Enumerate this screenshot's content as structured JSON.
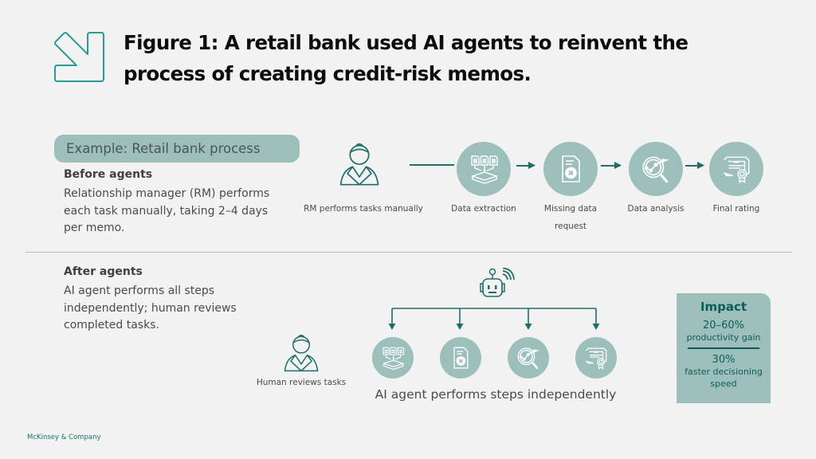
{
  "colors": {
    "background": "#f2f2f2",
    "accent_fill": "#9dbfbb",
    "accent_dark": "#0f5c58",
    "icon_line": "#2a7d78",
    "divider": "#b8b8b8"
  },
  "header": {
    "icon": "arrow-down-right-icon",
    "title": "Figure 1: A retail bank used AI agents to reinvent the process of creating credit-risk memos."
  },
  "example": {
    "label": "Example: Retail bank process"
  },
  "before": {
    "heading": "Before agents",
    "body": "Relationship manager (RM) performs each task manually, taking 2–4 days per memo.",
    "actor": {
      "icon": "person-icon",
      "caption": "RM performs tasks manually"
    },
    "steps": [
      {
        "icon": "data-extraction-icon",
        "caption": "Data extraction"
      },
      {
        "icon": "missing-document-icon",
        "caption": "Missing data request"
      },
      {
        "icon": "magnifier-chart-icon",
        "caption": "Data analysis"
      },
      {
        "icon": "certificate-icon",
        "caption": "Final rating"
      }
    ]
  },
  "after": {
    "heading": "After agents",
    "body": "AI agent performs all steps independently; human reviews completed tasks.",
    "agent_icon": "robot-icon",
    "actor": {
      "icon": "person-icon",
      "caption": "Human reviews tasks"
    },
    "steps": [
      {
        "icon": "data-extraction-icon"
      },
      {
        "icon": "missing-document-icon"
      },
      {
        "icon": "magnifier-chart-icon"
      },
      {
        "icon": "certificate-icon"
      }
    ],
    "caption": "AI agent performs steps independently"
  },
  "impact": {
    "heading": "Impact",
    "metrics": [
      {
        "value": "20–60%",
        "label": "productivity gain"
      },
      {
        "value": "30%",
        "label": "faster decisioning speed"
      }
    ]
  },
  "footer": {
    "brand": "McKinsey & Company"
  }
}
